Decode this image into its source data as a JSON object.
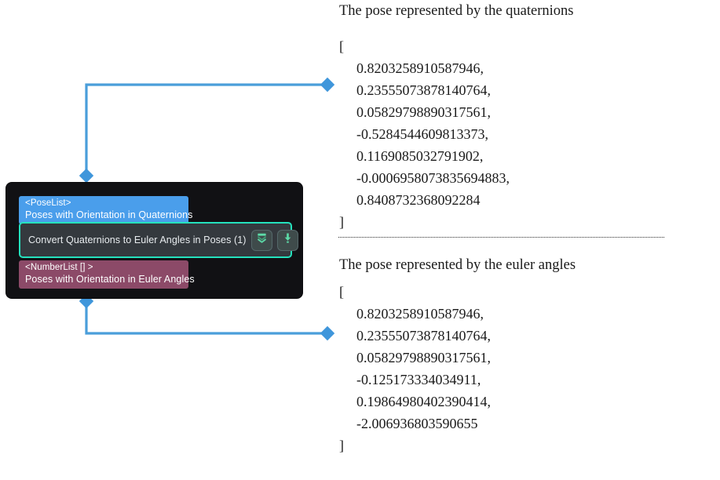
{
  "graph": {
    "node": {
      "input_port": {
        "type": "<PoseList>",
        "label": "Poses with Orientation in Quaternions",
        "color": "#4a9eeb"
      },
      "title": "Convert Quaternions to Euler Angles in Poses (1)",
      "border_color": "#25e2bd",
      "body_color": "#34393e",
      "output_port": {
        "type": "<NumberList [] >",
        "label": "Poses with Orientation in Euler Angles",
        "color": "#8c4a68"
      },
      "buttons": [
        {
          "icon": "collapse-double-chevron-down-icon"
        },
        {
          "icon": "execute-arrow-down-icon"
        }
      ]
    },
    "wire_color": "#4a9eda"
  },
  "readout": {
    "quaternion_section": {
      "title": "The pose represented by the quaternions",
      "open_bracket": "[",
      "close_bracket": "]",
      "values": [
        "0.8203258910587946,",
        "0.23555073878140764,",
        "0.05829798890317561,",
        "-0.5284544609813373,",
        "0.1169085032791902,",
        "-0.0006958073835694883,",
        "0.8408732368092284"
      ]
    },
    "euler_section": {
      "title": "The pose represented by the euler angles",
      "open_bracket": "[",
      "close_bracket": "]",
      "values": [
        "0.8203258910587946,",
        "0.23555073878140764,",
        "0.05829798890317561,",
        "-0.125173334034911,",
        "0.19864980402390414,",
        "-2.006936803590655"
      ]
    }
  }
}
